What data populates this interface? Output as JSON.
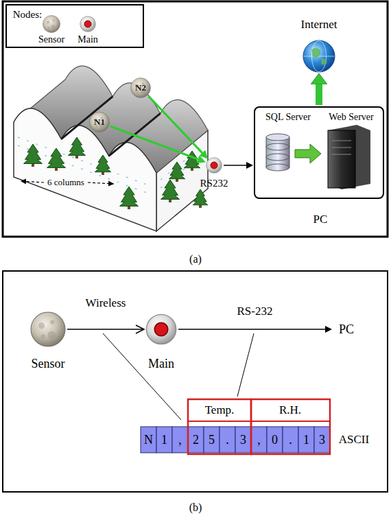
{
  "diagram": {
    "nodes": [
      {
        "text": [
          "N1"
        ]
      },
      {
        "text": [
          "N2"
        ]
      },
      {
        "text": [
          "RS232"
        ]
      },
      {
        "text": [
          "SQL Server",
          "Web Server",
          "PC"
        ]
      },
      {
        "text": [
          "Internet"
        ]
      },
      {
        "text": [
          "Sensor"
        ]
      },
      {
        "text": [
          "Main"
        ]
      },
      {
        "text": [
          "PC"
        ]
      }
    ],
    "edges": [
      {
        "from": 0,
        "to": 2,
        "arrow": "to"
      },
      {
        "from": 1,
        "to": 2,
        "arrow": "to"
      },
      {
        "from": 2,
        "to": 3,
        "arrow": "to"
      },
      {
        "from": 3,
        "to": 4,
        "arrow": "to"
      },
      {
        "from": 5,
        "to": 6,
        "label": "Wireless",
        "arrow": "to"
      },
      {
        "from": 6,
        "to": 7,
        "label": "RS-232",
        "arrow": "to"
      }
    ],
    "labels": [
      "Nodes:",
      "6 columns",
      "(a)",
      "Temp.",
      "R.H.",
      "N",
      "1",
      ",",
      "2",
      "5",
      ".",
      "3",
      ",",
      "0",
      ".",
      "1",
      "3",
      "ASCII",
      "(b)"
    ],
    "legend": [
      {
        "text": "Sensor"
      },
      {
        "text": "Main"
      }
    ]
  }
}
